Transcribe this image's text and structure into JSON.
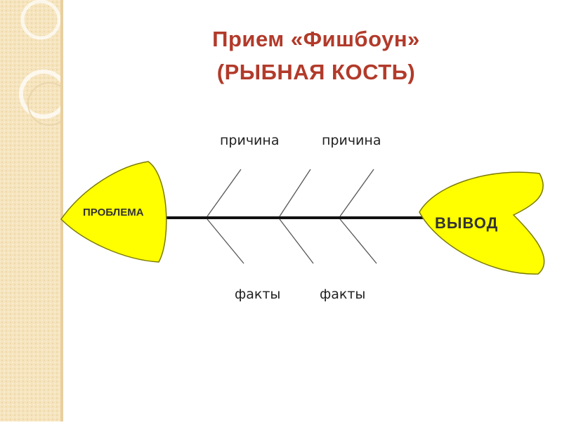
{
  "title": {
    "line1": "Прием «Фишбоун»",
    "line2": "(РЫБНАЯ КОСТЬ)"
  },
  "diagram": {
    "head_label": "ПРОБЛЕМА",
    "tail_label": "ВЫВОД",
    "cause_labels": [
      "причина",
      "причина"
    ],
    "fact_labels": [
      "факты",
      "факты"
    ]
  },
  "colors": {
    "title": "#b23a2a",
    "fish_fill": "#ffff00",
    "fish_stroke": "#7a7a00",
    "spine": "#111111",
    "bones": "#555555",
    "sidebar": "#f6e4bd"
  }
}
